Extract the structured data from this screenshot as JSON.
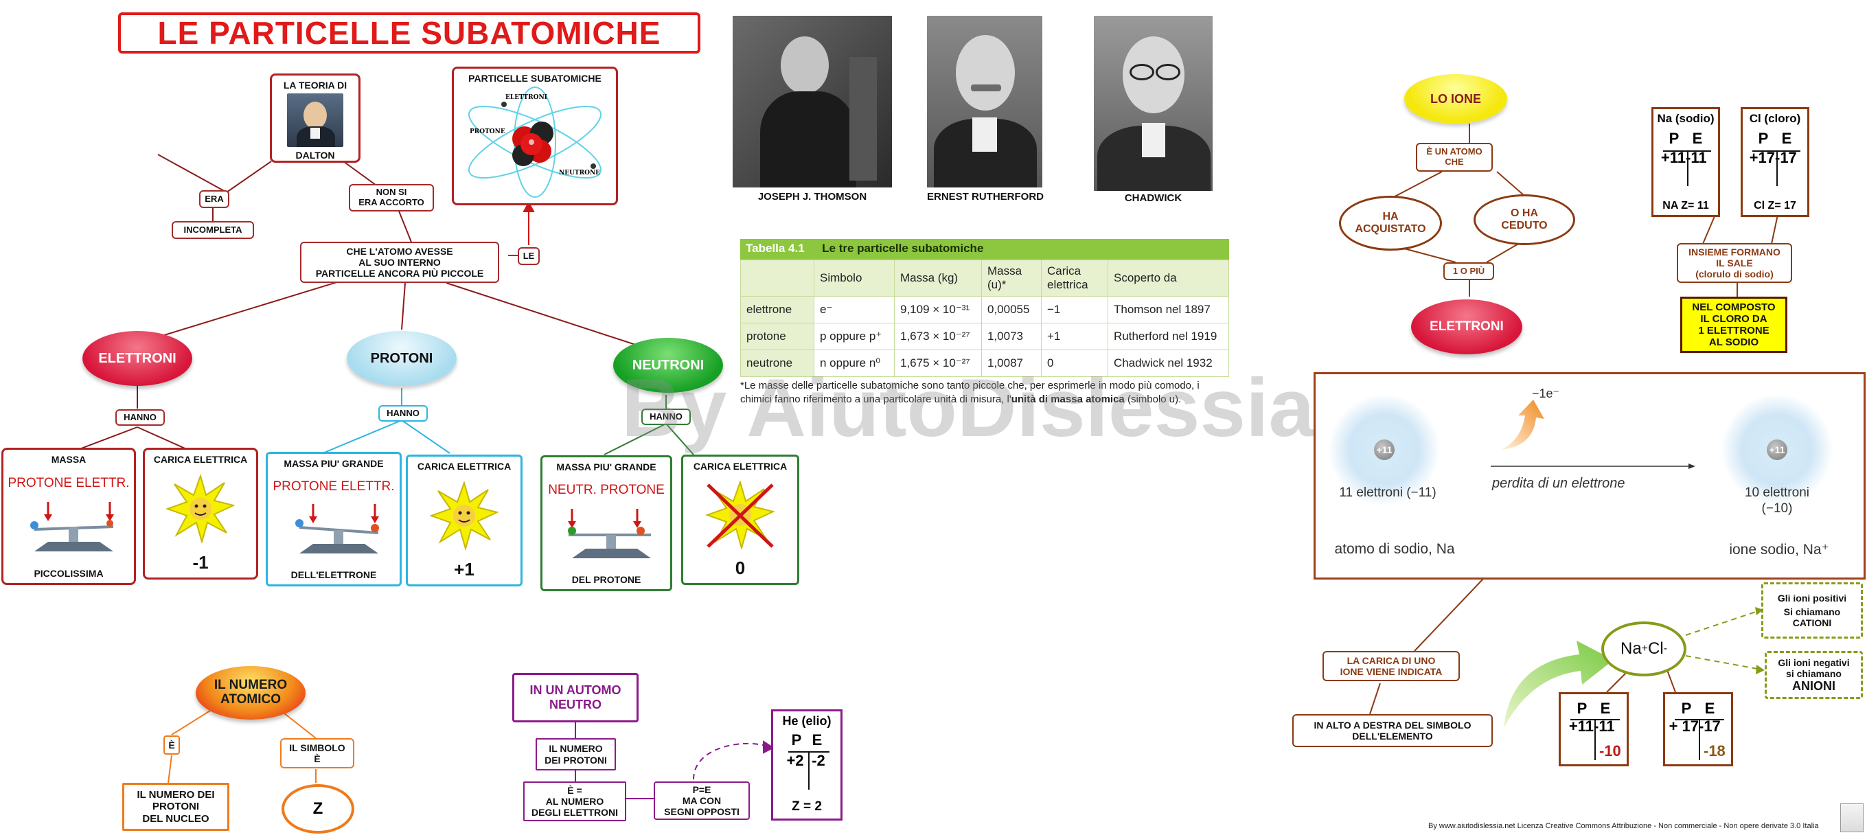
{
  "title": "LE PARTICELLE SUBATOMICHE",
  "watermark": "By AiutoDislessia.net",
  "dalton": {
    "top": "LA TEORIA DI",
    "bottom": "DALTON"
  },
  "era": "ERA",
  "incompleta": "INCOMPLETA",
  "non_si_accorto": [
    "NON SI",
    "ERA ACCORTO"
  ],
  "che_atomo": [
    "CHE L'ATOMO AVESSE",
    "AL SUO INTERNO",
    "PARTICELLE ANCORA PIÙ PICCOLE"
  ],
  "le": "LE",
  "particelle_box": {
    "title": "PARTICELLE  SUBATOMICHE",
    "elettroni": "ELETTRONI",
    "protone": "PROTONE",
    "neutrone": "NEUTRONE"
  },
  "particles": [
    {
      "name": "ELETTRONI",
      "hanno": "HANNO",
      "massa_title": "MASSA",
      "massa_compare": "PROTONE ELETTR.",
      "massa_bottom": "PICCOLISSIMA",
      "carica_title": "CARICA ELETTRICA",
      "carica_value": "-1"
    },
    {
      "name": "PROTONI",
      "hanno": "HANNO",
      "massa_title": "MASSA PIU' GRANDE",
      "massa_compare": "PROTONE ELETTR.",
      "massa_bottom": "DELL'ELETTRONE",
      "carica_title": "CARICA ELETTRICA",
      "carica_value": "+1"
    },
    {
      "name": "NEUTRONI",
      "hanno": "HANNO",
      "massa_title": "MASSA PIU' GRANDE",
      "massa_compare": "NEUTR.  PROTONE",
      "massa_bottom": "DEL PROTONE",
      "carica_title": "CARICA ELETTRICA",
      "carica_value": "0"
    }
  ],
  "scientists": [
    "JOSEPH J. THOMSON",
    "ERNEST RUTHERFORD",
    "CHADWICK"
  ],
  "table": {
    "label": "Tabella 4.1",
    "title": "Le tre particelle subatomiche",
    "headers": [
      "",
      "Simbolo",
      "Massa (kg)",
      "Massa (u)*",
      "Carica elettrica",
      "Scoperto da"
    ],
    "rows": [
      [
        "elettrone",
        "e⁻",
        "9,109 × 10⁻³¹",
        "0,00055",
        "−1",
        "Thomson nel 1897"
      ],
      [
        "protone",
        "p oppure p⁺",
        "1,673 × 10⁻²⁷",
        "1,0073",
        "+1",
        "Rutherford nel 1919"
      ],
      [
        "neutrone",
        "n oppure n⁰",
        "1,675 × 10⁻²⁷",
        "1,0087",
        "0",
        "Chadwick nel 1932"
      ]
    ],
    "note_plain": "*Le masse delle particelle subatomiche sono tanto piccole che, per esprimerle in modo più comodo, i chimici fanno riferimento a una particolare unità di misura, l'",
    "note_bold": "unità di massa atomica",
    "note_end": " (simbolo u)."
  },
  "numero_atomico": {
    "title": [
      "IL NUMERO",
      "ATOMICO"
    ],
    "e": "È",
    "def": [
      "IL NUMERO DEI",
      "PROTONI",
      "DEL NUCLEO"
    ],
    "simbolo": [
      "IL SIMBOLO",
      "È"
    ],
    "z": "Z"
  },
  "neutro": {
    "title": [
      "IN UN AUTOMO",
      "NEUTRO"
    ],
    "numero": [
      "IL NUMERO",
      "DEI PROTONI"
    ],
    "uguale": [
      "È =",
      "AL NUMERO",
      "DEGLI ELETTRONI"
    ],
    "pe": [
      "P=E",
      "MA CON",
      "SEGNI OPPOSTI"
    ],
    "he_title": "He (elio)",
    "he_p": "+2",
    "he_e": "-2",
    "he_z": "Z = 2"
  },
  "ione": {
    "title": "LO IONE",
    "def": [
      "È UN ATOMO",
      "CHE"
    ],
    "acquistato": [
      "HA",
      "ACQUISTATO"
    ],
    "ceduto": [
      "O HA",
      "CEDUTO"
    ],
    "uno_piu": "1 O PIÙ",
    "elettroni": "ELETTRONI"
  },
  "na": {
    "title": "Na (sodio)",
    "p": "+11",
    "e": "-11",
    "z": "NA  Z= 11"
  },
  "cl": {
    "title": "Cl (cloro)",
    "p": "+17",
    "e": "-17",
    "z": "Cl Z= 17"
  },
  "pe_head": {
    "p": "P",
    "e": "E"
  },
  "sale": [
    "INSIEME FORMANO",
    "IL SALE",
    "(clorulo di sodio)"
  ],
  "composto": [
    "NEL COMPOSTO",
    "IL CLORO DA",
    "1 ELETTRONE",
    "AL SODIO"
  ],
  "sodium_fig": {
    "minus_e": "−1e⁻",
    "core": "+11",
    "left_count": "11 elettroni (−11)",
    "perdita": "perdita di un elettrone",
    "right_count": [
      "10 elettroni",
      "(−10)"
    ],
    "left_label": "atomo di sodio, Na",
    "right_label": "ione sodio, Na⁺"
  },
  "carica_indicata": [
    "LA CARICA DI UNO",
    "IONE VIENE INDICATA"
  ],
  "in_alto": [
    "IN ALTO A DESTRA DEL SIMBOLO",
    "DELL'ELEMENTO"
  ],
  "nacl": {
    "na": "Na",
    "plus": "+",
    "cl": "Cl",
    "minus": "-"
  },
  "positivi": [
    "Gli ioni positivi",
    "Si chiamano",
    "CATIONI"
  ],
  "negativi": [
    "Gli ioni negativi",
    "si chiamano",
    "ANIONI"
  ],
  "na_ion": {
    "p": "+11",
    "e1": "-11",
    "e2": "-10"
  },
  "cl_ion": {
    "p": "+ 17",
    "e1": "-17",
    "e2": "-18"
  },
  "footer": "By www.aiutodislessia.net Licenza Creative Commons Attribuzione - Non commerciale - Non opere derivate 3.0 Italia",
  "colors": {
    "red": "#d01515",
    "cyan": "#2bb5e0",
    "green": "#2e7d32",
    "orange": "#f07a1a",
    "purple": "#8b1a8b",
    "brown": "#8b3a12",
    "table_green": "#8dc63f"
  }
}
